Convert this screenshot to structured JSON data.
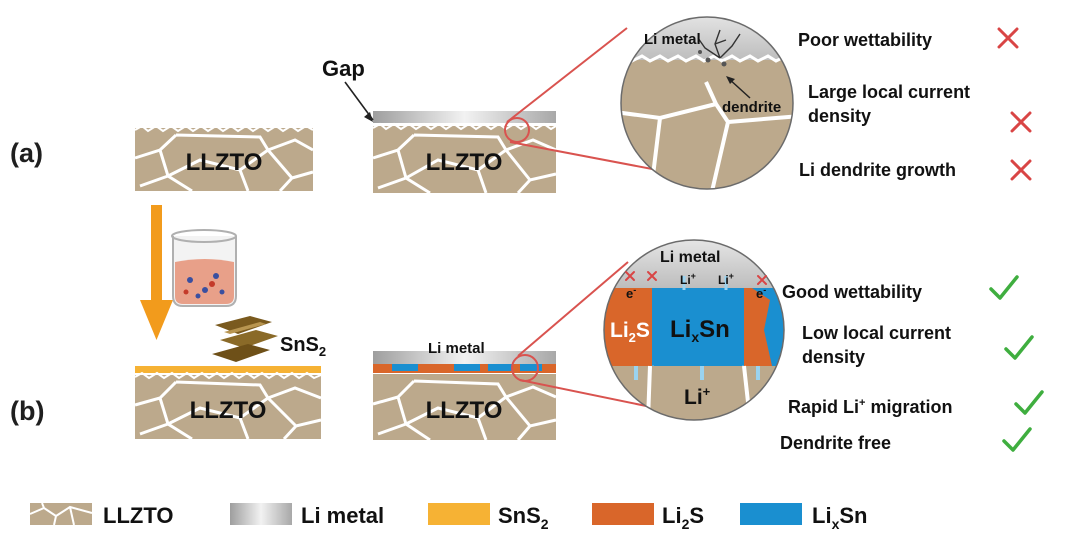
{
  "panel_a": {
    "label": "(a)",
    "substrate_label": "LLZTO",
    "substrate_label_2": "LLZTO",
    "gap_label": "Gap",
    "zoom_li_metal": "Li metal",
    "zoom_dendrite": "dendrite",
    "points": [
      {
        "text": "Poor wettability"
      },
      {
        "text_line1": "Large local current",
        "text_line2": "density"
      },
      {
        "text": "Li dendrite growth"
      }
    ]
  },
  "panel_b": {
    "label": "(b)",
    "substrate_label": "LLZTO",
    "substrate_label_2": "LLZTO",
    "sns2_label": "SnS",
    "sns2_sub": "2",
    "li_metal_label": "Li metal",
    "zoom": {
      "li_metal": "Li metal",
      "li_ion_1": "Li",
      "li_ion_2": "Li",
      "plus": "+",
      "electron_left": "e",
      "electron_right": "e",
      "minus": "-",
      "li2s_main": "Li",
      "li2s_sub": "2",
      "li2s_tail": "S",
      "lixsn_main": "Li",
      "lixsn_sub": "x",
      "lixsn_tail": "Sn",
      "li_ion_bottom": "Li",
      "li_ion_bottom_sup": "+"
    },
    "points": [
      {
        "text": "Good wettability"
      },
      {
        "text_line1": "Low local current",
        "text_line2": "density"
      },
      {
        "text": "Rapid Li",
        "sup": "+",
        "tail": " migration"
      },
      {
        "text": "Dendrite free"
      }
    ]
  },
  "legend": [
    {
      "label": "LLZTO",
      "swatch": "llzto"
    },
    {
      "label": "Li metal",
      "swatch": "limetal"
    },
    {
      "label_main": "SnS",
      "label_sub": "2",
      "swatch": "sns2"
    },
    {
      "label_main": "Li",
      "label_sub": "2",
      "label_tail": "S",
      "swatch": "li2s"
    },
    {
      "label_main": "Li",
      "label_sub": "x",
      "label_tail": "Sn",
      "swatch": "lixsn"
    }
  ],
  "colors": {
    "llzto": "#bca98c",
    "grain_line": "#ffffff",
    "li_metal": "#cfcfcf",
    "sns2": "#f6b234",
    "li2s": "#d9662a",
    "lixsn": "#1a8fd0",
    "arrow": "#f29b1c",
    "zoom_line": "#d9534f",
    "cross": "#d94545",
    "check": "#3fae3f"
  },
  "icons": {
    "cross": "cross-icon",
    "check": "check-icon",
    "beaker": "beaker-icon",
    "arrow": "down-arrow-icon"
  }
}
